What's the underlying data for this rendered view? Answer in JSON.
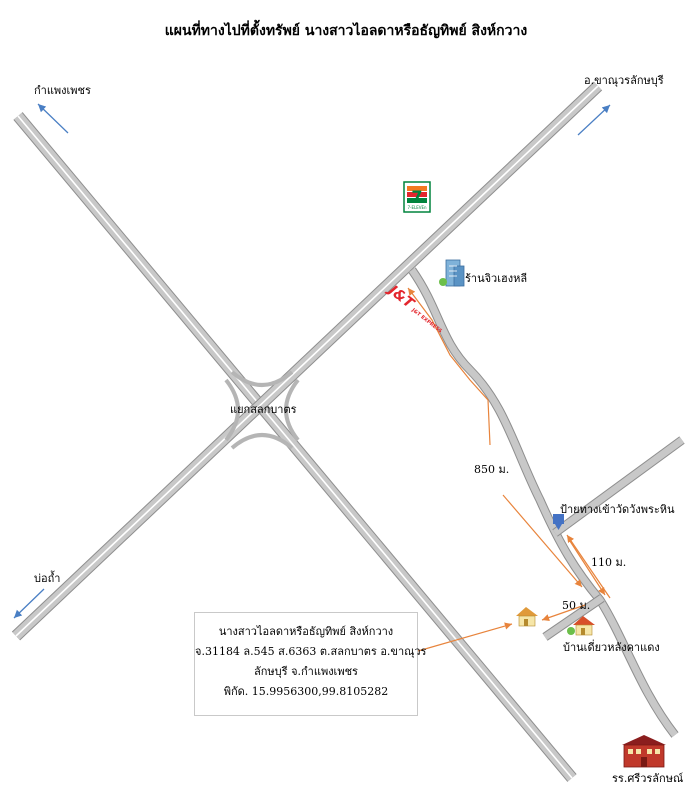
{
  "title": "แผนที่ทางไปที่ตั้งทรัพย์ นางสาวไอลดาหรือธัญทิพย์ สิงห์กวาง",
  "labels": {
    "kamphaeng_phet": "กำแพงเพชร",
    "khanu": "อ.ขาณุวรลักษบุรี",
    "bo_tham": "บ่อถ้ำ",
    "intersection": "แยกสลกบาตร",
    "shop": "ร้านจิวเฮงหลี",
    "temple_sign": "ป้ายทางเข้าวัดวังพระหิน",
    "village": "บ้านเดี่ยวหลังคาแดง",
    "school": "รร.ศรีวรลักษณ์",
    "dist_850": "850 ม.",
    "dist_110": "110 ม.",
    "dist_50": "50 ม.",
    "jt_logo": "J&T EXPRESS",
    "seven_logo": "7-ELEVEn"
  },
  "info": {
    "line1": "นางสาวไอลดาหรือธัญทิพย์ สิงห์กวาง",
    "line2": "จ.31184 ล.545 ส.6363 ต.สลกบาตร อ.ขาณุวร",
    "line3": "ลักษบุรี จ.กำแพงเพชร",
    "line4": "พิกัด. 15.9956300,99.8105282"
  },
  "colors": {
    "road": "#c8c8c8",
    "road_edge": "#8e8e8e",
    "route_arrow": "#e8843c",
    "direction_arrow": "#4a7fc4",
    "seven_green": "#00843d",
    "seven_orange": "#f47920",
    "jt_red": "#e3262d",
    "school_red": "#c0392b",
    "sign_blue": "#4472c4"
  }
}
